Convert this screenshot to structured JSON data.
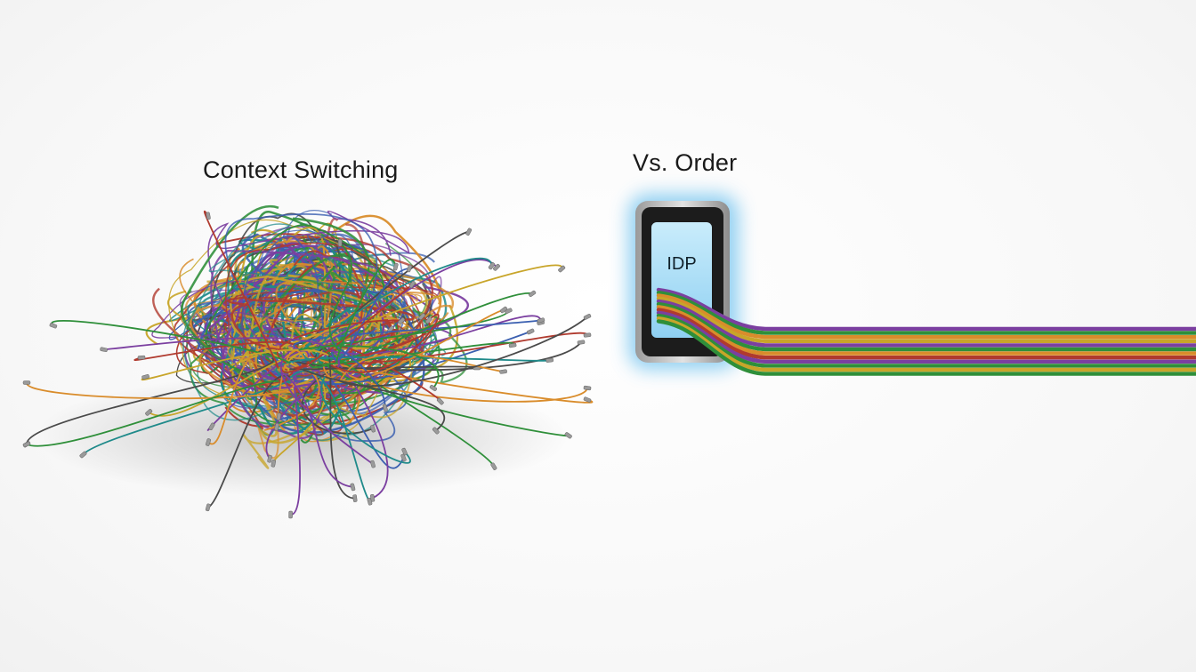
{
  "labels": {
    "left_title": "Context Switching",
    "right_title": "Vs. Order",
    "device_label": "IDP"
  },
  "icons": {
    "tangle": "tangled-wires-icon",
    "device": "phone-device-icon",
    "cable": "ribbon-cable-icon"
  },
  "colors": {
    "wires": [
      "#2f8f3a",
      "#7b3fa0",
      "#c8a52a",
      "#b03a2e",
      "#3a5fb0",
      "#1f8a8a",
      "#d98c2b",
      "#4a4a4a"
    ],
    "ribbon": [
      "#7b3fa0",
      "#2f8f3a",
      "#d98c2b",
      "#c8a52a",
      "#7b3fa0",
      "#2f8f3a",
      "#d98c2b",
      "#b03a2e",
      "#7b3fa0",
      "#2f8f3a",
      "#c8a52a",
      "#2f8f3a"
    ],
    "screen_glow": "#7ec8f0",
    "screen": "#a9dcf5",
    "device_frame": "#b8b8b8"
  }
}
